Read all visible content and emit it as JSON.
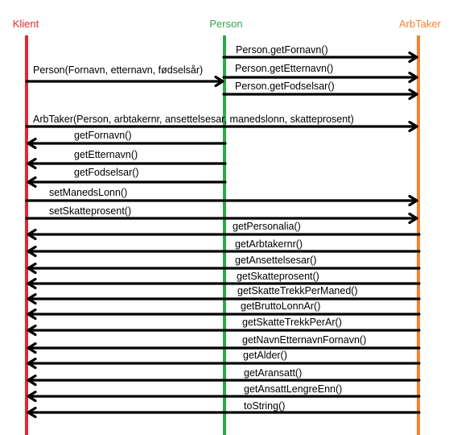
{
  "participants": [
    {
      "name": "Klient",
      "color": "#e8262d"
    },
    {
      "name": "Person",
      "color": "#2fa84a"
    },
    {
      "name": "ArbTaker",
      "color": "#f6822d"
    }
  ],
  "messages": [
    {
      "label": "Person.getFornavn()",
      "from": 1,
      "to": 2
    },
    {
      "label": "Person(Fornavn, etternavn, fødselsår)",
      "from": 0,
      "to": 1
    },
    {
      "label": "Person.getEtternavn()",
      "from": 1,
      "to": 2
    },
    {
      "label": "Person.getFodselsar()",
      "from": 1,
      "to": 2
    },
    {
      "label": "ArbTaker(Person, arbtakernr, ansettelsesar, manedslonn, skatteprosent)",
      "from": 0,
      "to": 2
    },
    {
      "label": "getFornavn()",
      "from": 1,
      "to": 0
    },
    {
      "label": "getEtternavn()",
      "from": 1,
      "to": 0
    },
    {
      "label": "getFodselsar()",
      "from": 1,
      "to": 0
    },
    {
      "label": "setManedsLonn()",
      "from": 0,
      "to": 2
    },
    {
      "label": "setSkatteprosent()",
      "from": 0,
      "to": 2
    },
    {
      "label": "getPersonalia()",
      "from": 2,
      "to": 0
    },
    {
      "label": "getArbtakernr()",
      "from": 2,
      "to": 0
    },
    {
      "label": "getAnsettelsesar()",
      "from": 2,
      "to": 0
    },
    {
      "label": "getSkatteprosent()",
      "from": 2,
      "to": 0
    },
    {
      "label": "getSkatteTrekkPerManed()",
      "from": 2,
      "to": 0
    },
    {
      "label": "getBruttoLonnAr()",
      "from": 2,
      "to": 0
    },
    {
      "label": "getSkatteTrekkPerAr()",
      "from": 2,
      "to": 0
    },
    {
      "label": "getNavnEtternavnFornavn()",
      "from": 2,
      "to": 0
    },
    {
      "label": "getAlder()",
      "from": 2,
      "to": 0
    },
    {
      "label": "getAransatt()",
      "from": 2,
      "to": 0
    },
    {
      "label": "getAnsattLengreEnn()",
      "from": 2,
      "to": 0
    },
    {
      "label": "toString()",
      "from": 2,
      "to": 0
    }
  ]
}
